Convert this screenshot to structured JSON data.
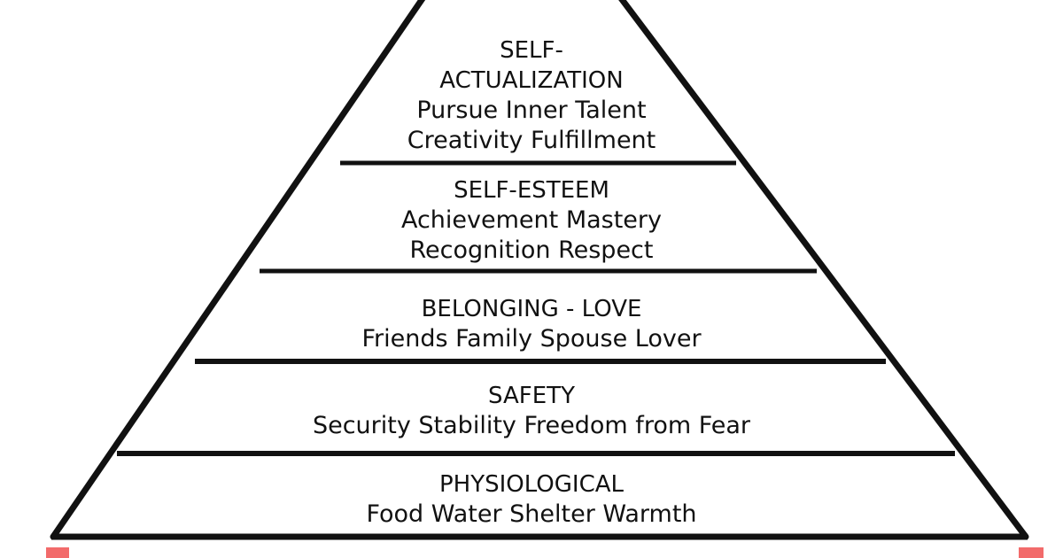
{
  "levels": [
    {
      "id": "self-actualization",
      "title_lines": [
        "SELF-",
        "ACTUALIZATION"
      ],
      "detail_lines": [
        "Pursue Inner Talent",
        "Creativity  Fulfillment"
      ]
    },
    {
      "id": "self-esteem",
      "title_lines": [
        "SELF-ESTEEM"
      ],
      "detail_lines": [
        "Achievement Mastery",
        "Recognition  Respect"
      ]
    },
    {
      "id": "belonging-love",
      "title_lines": [
        "BELONGING - LOVE"
      ],
      "detail_lines": [
        "Friends  Family  Spouse  Lover"
      ]
    },
    {
      "id": "safety",
      "title_lines": [
        "SAFETY"
      ],
      "detail_lines": [
        "Security  Stability  Freedom from Fear"
      ]
    },
    {
      "id": "physiological",
      "title_lines": [
        "PHYSIOLOGICAL"
      ],
      "detail_lines": [
        "Food  Water  Shelter  Warmth"
      ]
    }
  ],
  "colors": {
    "line": "#111111",
    "background": "#ffffff",
    "corner_marks": "#f26b6b"
  }
}
